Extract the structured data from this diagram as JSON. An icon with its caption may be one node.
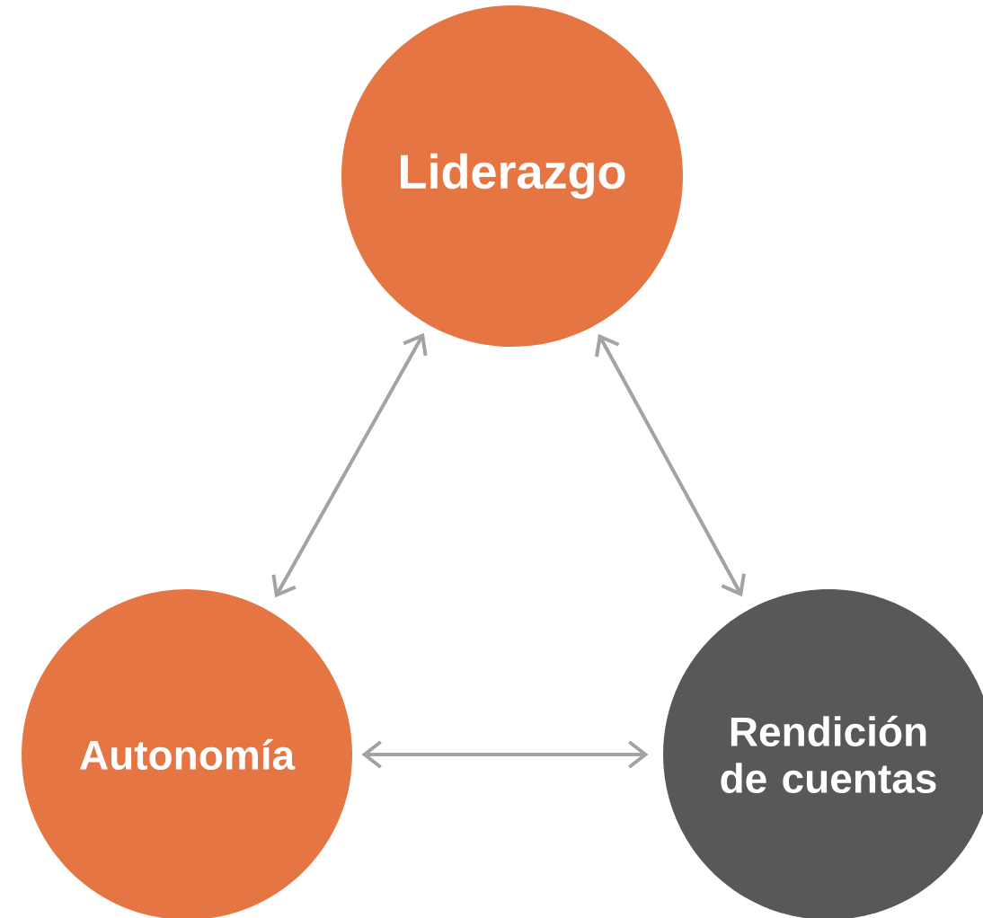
{
  "diagram": {
    "nodes": [
      {
        "text": [
          "Liderazgo"
        ]
      },
      {
        "text": [
          "Autonomía"
        ]
      },
      {
        "text": [
          "Rendición de cuentas"
        ]
      }
    ],
    "edges": [
      {
        "from": 0,
        "to": 1,
        "arrow": "both"
      },
      {
        "from": 0,
        "to": 2,
        "arrow": "both"
      },
      {
        "from": 1,
        "to": 2,
        "arrow": "both"
      }
    ]
  }
}
